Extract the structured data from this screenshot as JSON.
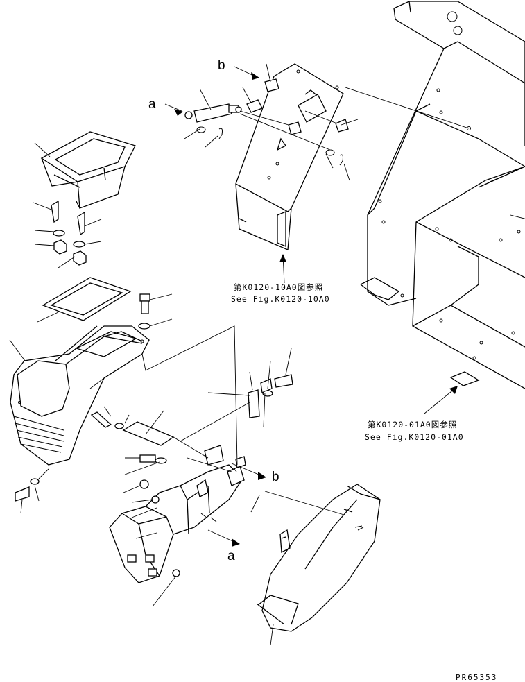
{
  "callouts": {
    "ref_upper_jp": "第K0120-10A0図参照",
    "ref_upper_en": "See Fig.K0120-10A0",
    "ref_lower_jp": "第K0120-01A0図参照",
    "ref_lower_en": "See Fig.K0120-01A0"
  },
  "labels": {
    "a_top": "a",
    "b_top": "b",
    "b_mid": "b",
    "a_bottom": "a"
  },
  "drawing_code": "PR65353"
}
